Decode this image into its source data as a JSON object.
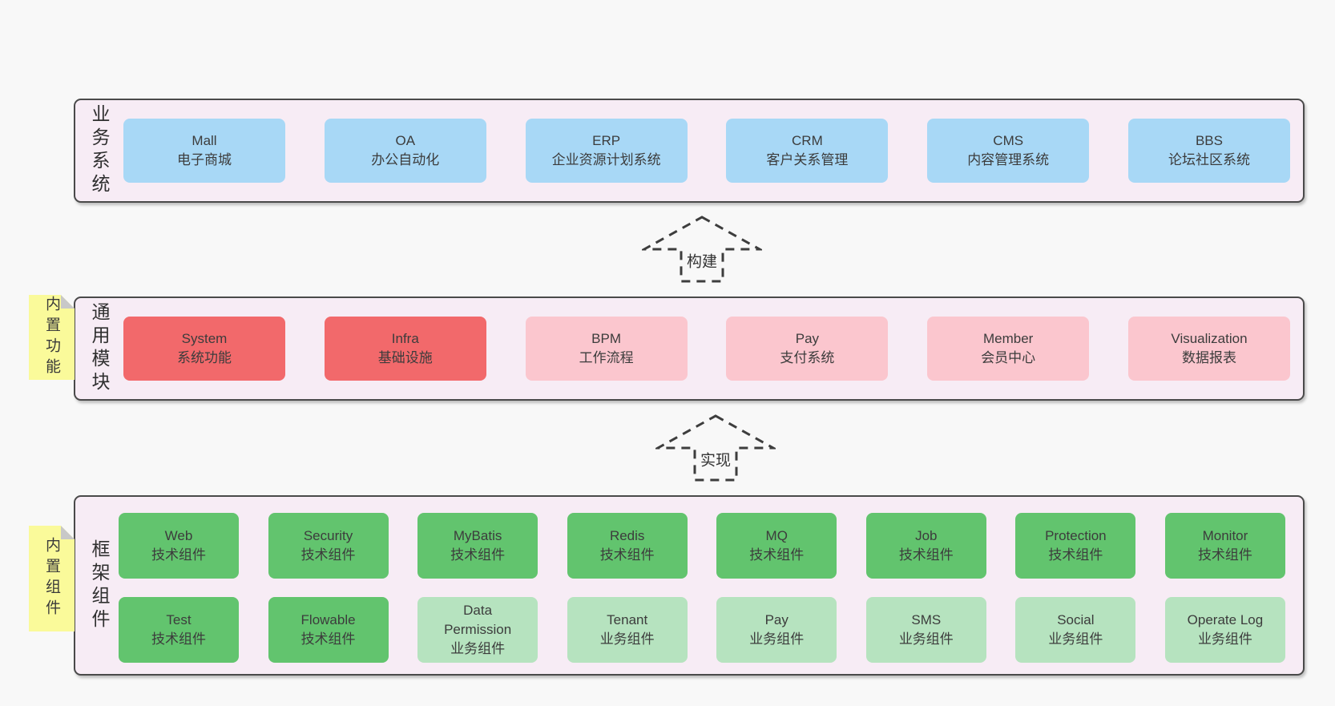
{
  "colors": {
    "page_bg": "#f8f8f8",
    "band_bg": "#f7ecf5",
    "band_border": "#4a4a4a",
    "box_blue": "#a8d8f6",
    "box_red": "#f2696b",
    "box_pink": "#fbc6ce",
    "box_green_dark": "#62c46e",
    "box_green_light": "#b6e3bf",
    "sticky_yellow": "#fafa9a",
    "sticky_fold_gray": "#c8c8c8",
    "text": "#3c3c3c"
  },
  "arrows": [
    {
      "label": "构建"
    },
    {
      "label": "实现"
    }
  ],
  "bands": [
    {
      "label": "业务系统",
      "boxes": [
        {
          "name": "Mall",
          "desc": "电子商城"
        },
        {
          "name": "OA",
          "desc": "办公自动化"
        },
        {
          "name": "ERP",
          "desc": "企业资源计划系统"
        },
        {
          "name": "CRM",
          "desc": "客户关系管理"
        },
        {
          "name": "CMS",
          "desc": "内容管理系统"
        },
        {
          "name": "BBS",
          "desc": "论坛社区系统"
        }
      ]
    },
    {
      "label": "通用模块",
      "sticky": "内置功能",
      "boxes": [
        {
          "name": "System",
          "desc": "系统功能"
        },
        {
          "name": "Infra",
          "desc": "基础设施"
        },
        {
          "name": "BPM",
          "desc": "工作流程"
        },
        {
          "name": "Pay",
          "desc": "支付系统"
        },
        {
          "name": "Member",
          "desc": "会员中心"
        },
        {
          "name": "Visualization",
          "desc": "数据报表"
        }
      ]
    },
    {
      "label": "框架组件",
      "sticky": "内置组件",
      "rows": [
        [
          {
            "name": "Web",
            "desc": "技术组件"
          },
          {
            "name": "Security",
            "desc": "技术组件"
          },
          {
            "name": "MyBatis",
            "desc": "技术组件"
          },
          {
            "name": "Redis",
            "desc": "技术组件"
          },
          {
            "name": "MQ",
            "desc": "技术组件"
          },
          {
            "name": "Job",
            "desc": "技术组件"
          },
          {
            "name": "Protection",
            "desc": "技术组件"
          },
          {
            "name": "Monitor",
            "desc": "技术组件"
          }
        ],
        [
          {
            "name": "Test",
            "desc": "技术组件"
          },
          {
            "name": "Flowable",
            "desc": "技术组件"
          },
          {
            "name": "Data Permission",
            "desc": "业务组件"
          },
          {
            "name": "Tenant",
            "desc": "业务组件"
          },
          {
            "name": "Pay",
            "desc": "业务组件"
          },
          {
            "name": "SMS",
            "desc": "业务组件"
          },
          {
            "name": "Social",
            "desc": "业务组件"
          },
          {
            "name": "Operate Log",
            "desc": "业务组件"
          }
        ]
      ]
    }
  ]
}
